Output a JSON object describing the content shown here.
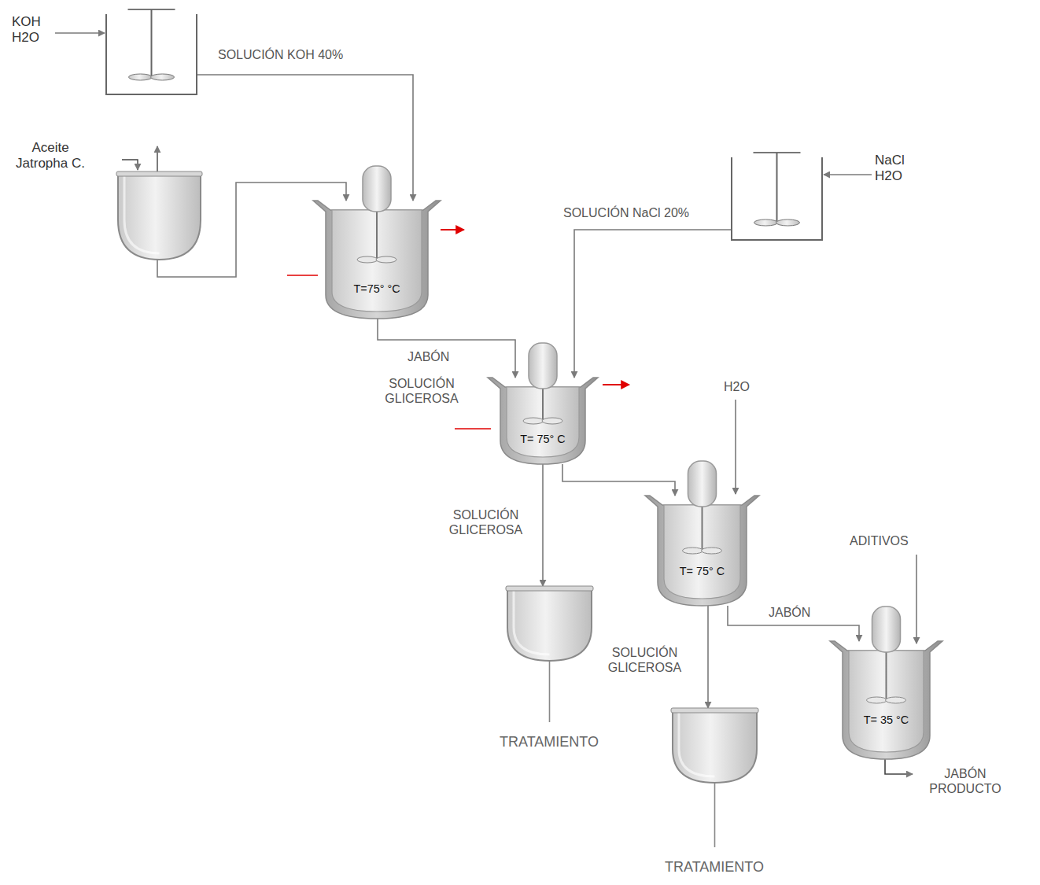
{
  "diagram": {
    "nodes": [
      {
        "text": [
          "KOH H2O"
        ]
      },
      {
        "text": [
          "Aceite Jatropha C."
        ]
      },
      {
        "text": [
          "T=75° °C"
        ]
      },
      {
        "text": [
          "NaCl H2O"
        ]
      },
      {
        "text": [
          "T= 75° C"
        ]
      },
      {
        "text": [
          "T= 75° C"
        ]
      },
      {
        "text": [
          "TRATAMIENTO"
        ]
      },
      {
        "text": [
          "T= 35 °C"
        ]
      },
      {
        "text": [
          "TRATAMIENTO"
        ]
      }
    ],
    "edges": [
      {
        "from": 0,
        "to": 2,
        "arrow": "to",
        "label": "SOLUCIÓN KOH 40%"
      },
      {
        "from": 1,
        "to": 2,
        "arrow": "to"
      },
      {
        "from": 2,
        "to": 4,
        "arrow": "to",
        "label": "JABÓN"
      },
      {
        "from": 3,
        "to": 4,
        "arrow": "to",
        "label": "SOLUCIÓN NaCl 20%"
      },
      {
        "from": 4,
        "to": 6,
        "arrow": "to",
        "label": "SOLUCIÓN GLICEROSA"
      },
      {
        "from": 4,
        "to": 5,
        "arrow": "to"
      },
      {
        "from": 5,
        "to": 8,
        "arrow": "to",
        "label": "SOLUCIÓN GLICEROSA"
      },
      {
        "from": 5,
        "to": 7,
        "arrow": "to",
        "label": "JABÓN"
      }
    ],
    "labels": [
      "SOLUCIÓN GLICEROSA",
      "H2O",
      "ADITIVOS",
      "JABÓN PRODUCTO"
    ]
  }
}
